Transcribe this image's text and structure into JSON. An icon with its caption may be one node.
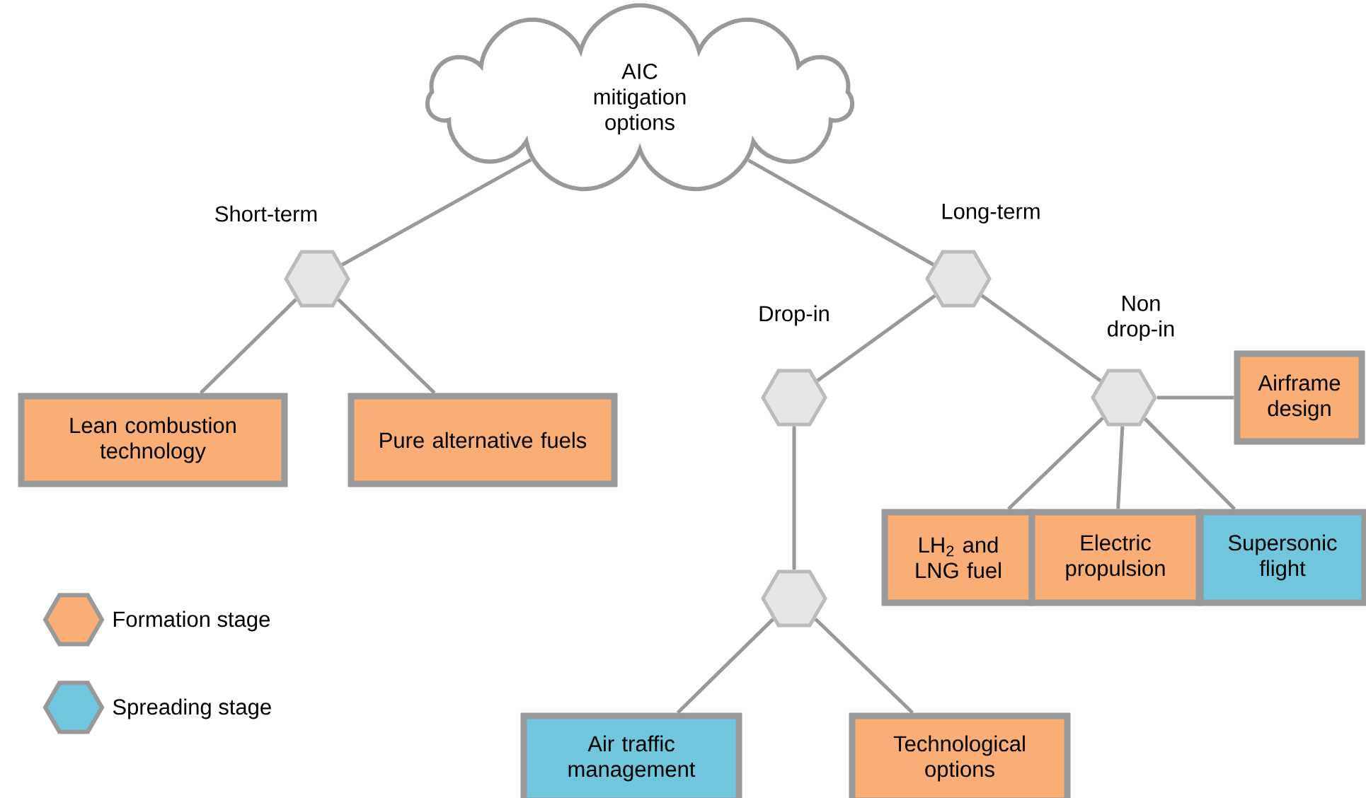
{
  "diagram": {
    "nodes": [
      {
        "text": [
          "AIC mitigation options"
        ]
      },
      {
        "text": [],
        "shape": "hexagon",
        "beside": [
          "Short-term"
        ]
      },
      {
        "text": [
          "Lean combustion technology"
        ]
      },
      {
        "text": [
          "Pure alternative fuels"
        ]
      },
      {
        "text": [],
        "shape": "hexagon",
        "beside": [
          "Long-term"
        ]
      },
      {
        "text": [],
        "shape": "hexagon",
        "beside": [
          "Drop-in"
        ]
      },
      {
        "text": [],
        "shape": "hexagon",
        "beside": [
          "Non drop-in"
        ]
      },
      {
        "text": [
          "Airframe design"
        ]
      },
      {
        "text": [
          "LH$_{2}$ and LNG fuel"
        ]
      },
      {
        "text": [
          "Electric propulsion"
        ]
      },
      {
        "text": [
          "Supersonic flight"
        ]
      },
      {
        "text": [],
        "shape": "hexagon"
      },
      {
        "text": [
          "Air traffic management"
        ]
      },
      {
        "text": [
          "Technological options"
        ]
      }
    ],
    "edges": [
      {
        "from": 0,
        "to": 1,
        "arrow": "none"
      },
      {
        "from": 1,
        "to": 2,
        "arrow": "none"
      },
      {
        "from": 1,
        "to": 3,
        "arrow": "none"
      },
      {
        "from": 0,
        "to": 4,
        "arrow": "none"
      },
      {
        "from": 4,
        "to": 5,
        "arrow": "none"
      },
      {
        "from": 4,
        "to": 6,
        "arrow": "none"
      },
      {
        "from": 6,
        "to": 7,
        "arrow": "none"
      },
      {
        "from": 6,
        "to": 8,
        "arrow": "none"
      },
      {
        "from": 6,
        "to": 9,
        "arrow": "none"
      },
      {
        "from": 6,
        "to": 10,
        "arrow": "none"
      },
      {
        "from": 5,
        "to": 11,
        "arrow": "none"
      },
      {
        "from": 11,
        "to": 12,
        "arrow": "none"
      },
      {
        "from": 11,
        "to": 13,
        "arrow": "none"
      }
    ],
    "legend": [
      {
        "text": "Formation stage",
        "color": "#f8ae74"
      },
      {
        "text": "Spreading stage",
        "color": "#6fc6dd"
      }
    ]
  }
}
